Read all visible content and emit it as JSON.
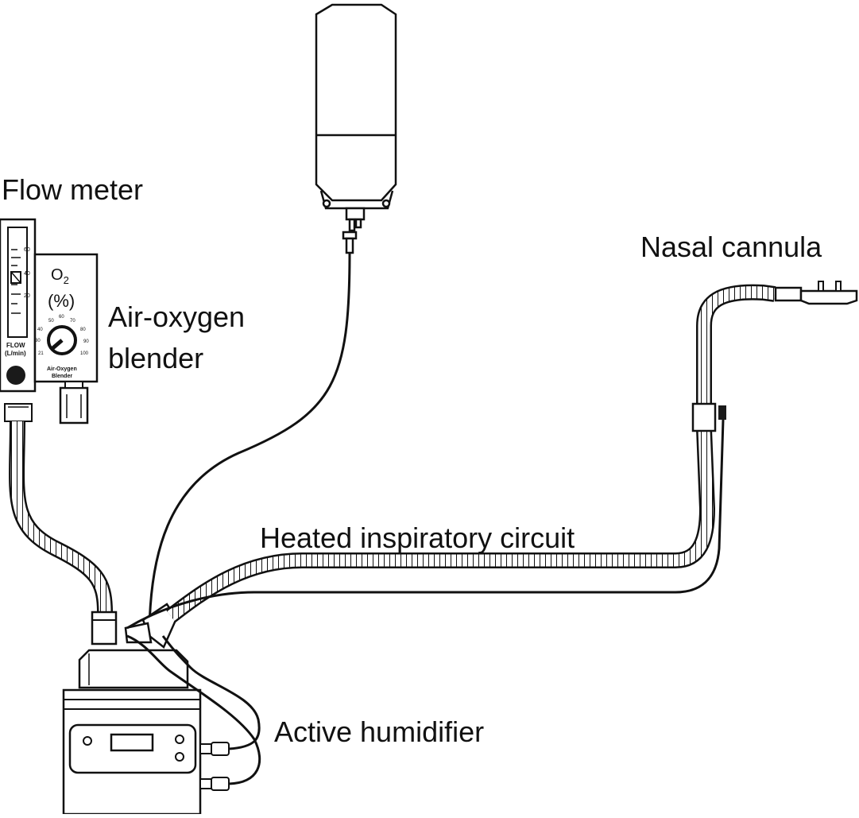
{
  "labels": {
    "flow_meter": "Flow meter",
    "nasal_cannula": "Nasal cannula",
    "blender_line1": "Air-oxygen",
    "blender_line2": "blender",
    "circuit": "Heated inspiratory circuit",
    "humidifier": "Active humidifier"
  },
  "flowmeter_panel": {
    "ticks": [
      "60",
      "40",
      "20"
    ],
    "caption_line1": "FLOW",
    "caption_line2": "(L/min)"
  },
  "blender_panel": {
    "title_main": "O",
    "title_sub": "2",
    "unit": "(%)",
    "dial_ticks": [
      "21",
      "30",
      "40",
      "50",
      "60",
      "70",
      "80",
      "90",
      "100"
    ],
    "caption_line1": "Air-Oxygen",
    "caption_line2": "Blender"
  },
  "colors": {
    "line": "#111111",
    "fill": "#ffffff",
    "dark": "#1a1a1a"
  }
}
